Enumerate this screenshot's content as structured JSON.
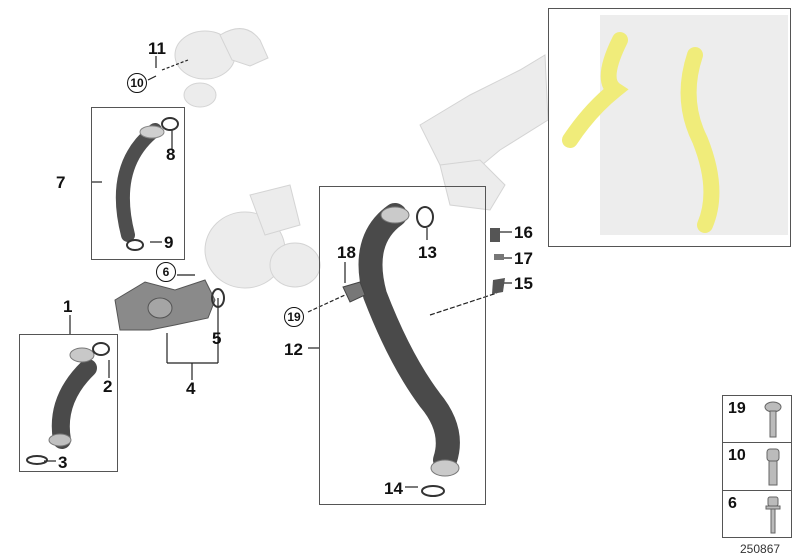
{
  "diagram": {
    "type": "parts-exploded-view",
    "reference_number": "250867",
    "colors": {
      "highlight_part": "#f0ec7a",
      "background_part": "#e4e4e4",
      "hose_dark": "#555555",
      "label_text": "#111111",
      "box_border": "#555555"
    },
    "labels": [
      {
        "id": "1",
        "text": "1"
      },
      {
        "id": "2",
        "text": "2"
      },
      {
        "id": "3",
        "text": "3"
      },
      {
        "id": "4",
        "text": "4"
      },
      {
        "id": "5",
        "text": "5"
      },
      {
        "id": "6",
        "text": "6",
        "circled": true
      },
      {
        "id": "7",
        "text": "7"
      },
      {
        "id": "8",
        "text": "8"
      },
      {
        "id": "9",
        "text": "9"
      },
      {
        "id": "10",
        "text": "10",
        "circled": true
      },
      {
        "id": "11",
        "text": "11"
      },
      {
        "id": "12",
        "text": "12"
      },
      {
        "id": "13",
        "text": "13"
      },
      {
        "id": "14",
        "text": "14"
      },
      {
        "id": "15",
        "text": "15"
      },
      {
        "id": "16",
        "text": "16"
      },
      {
        "id": "17",
        "text": "17"
      },
      {
        "id": "18",
        "text": "18"
      },
      {
        "id": "19",
        "text": "19",
        "circled": true
      }
    ],
    "screw_table": [
      {
        "number": "19",
        "type": "pan-head-torx-screw"
      },
      {
        "number": "10",
        "type": "socket-head-cap-screw"
      },
      {
        "number": "6",
        "type": "flange-head-screw"
      }
    ],
    "inset": {
      "description": "engine overview with highlighted charge air hoses"
    }
  }
}
